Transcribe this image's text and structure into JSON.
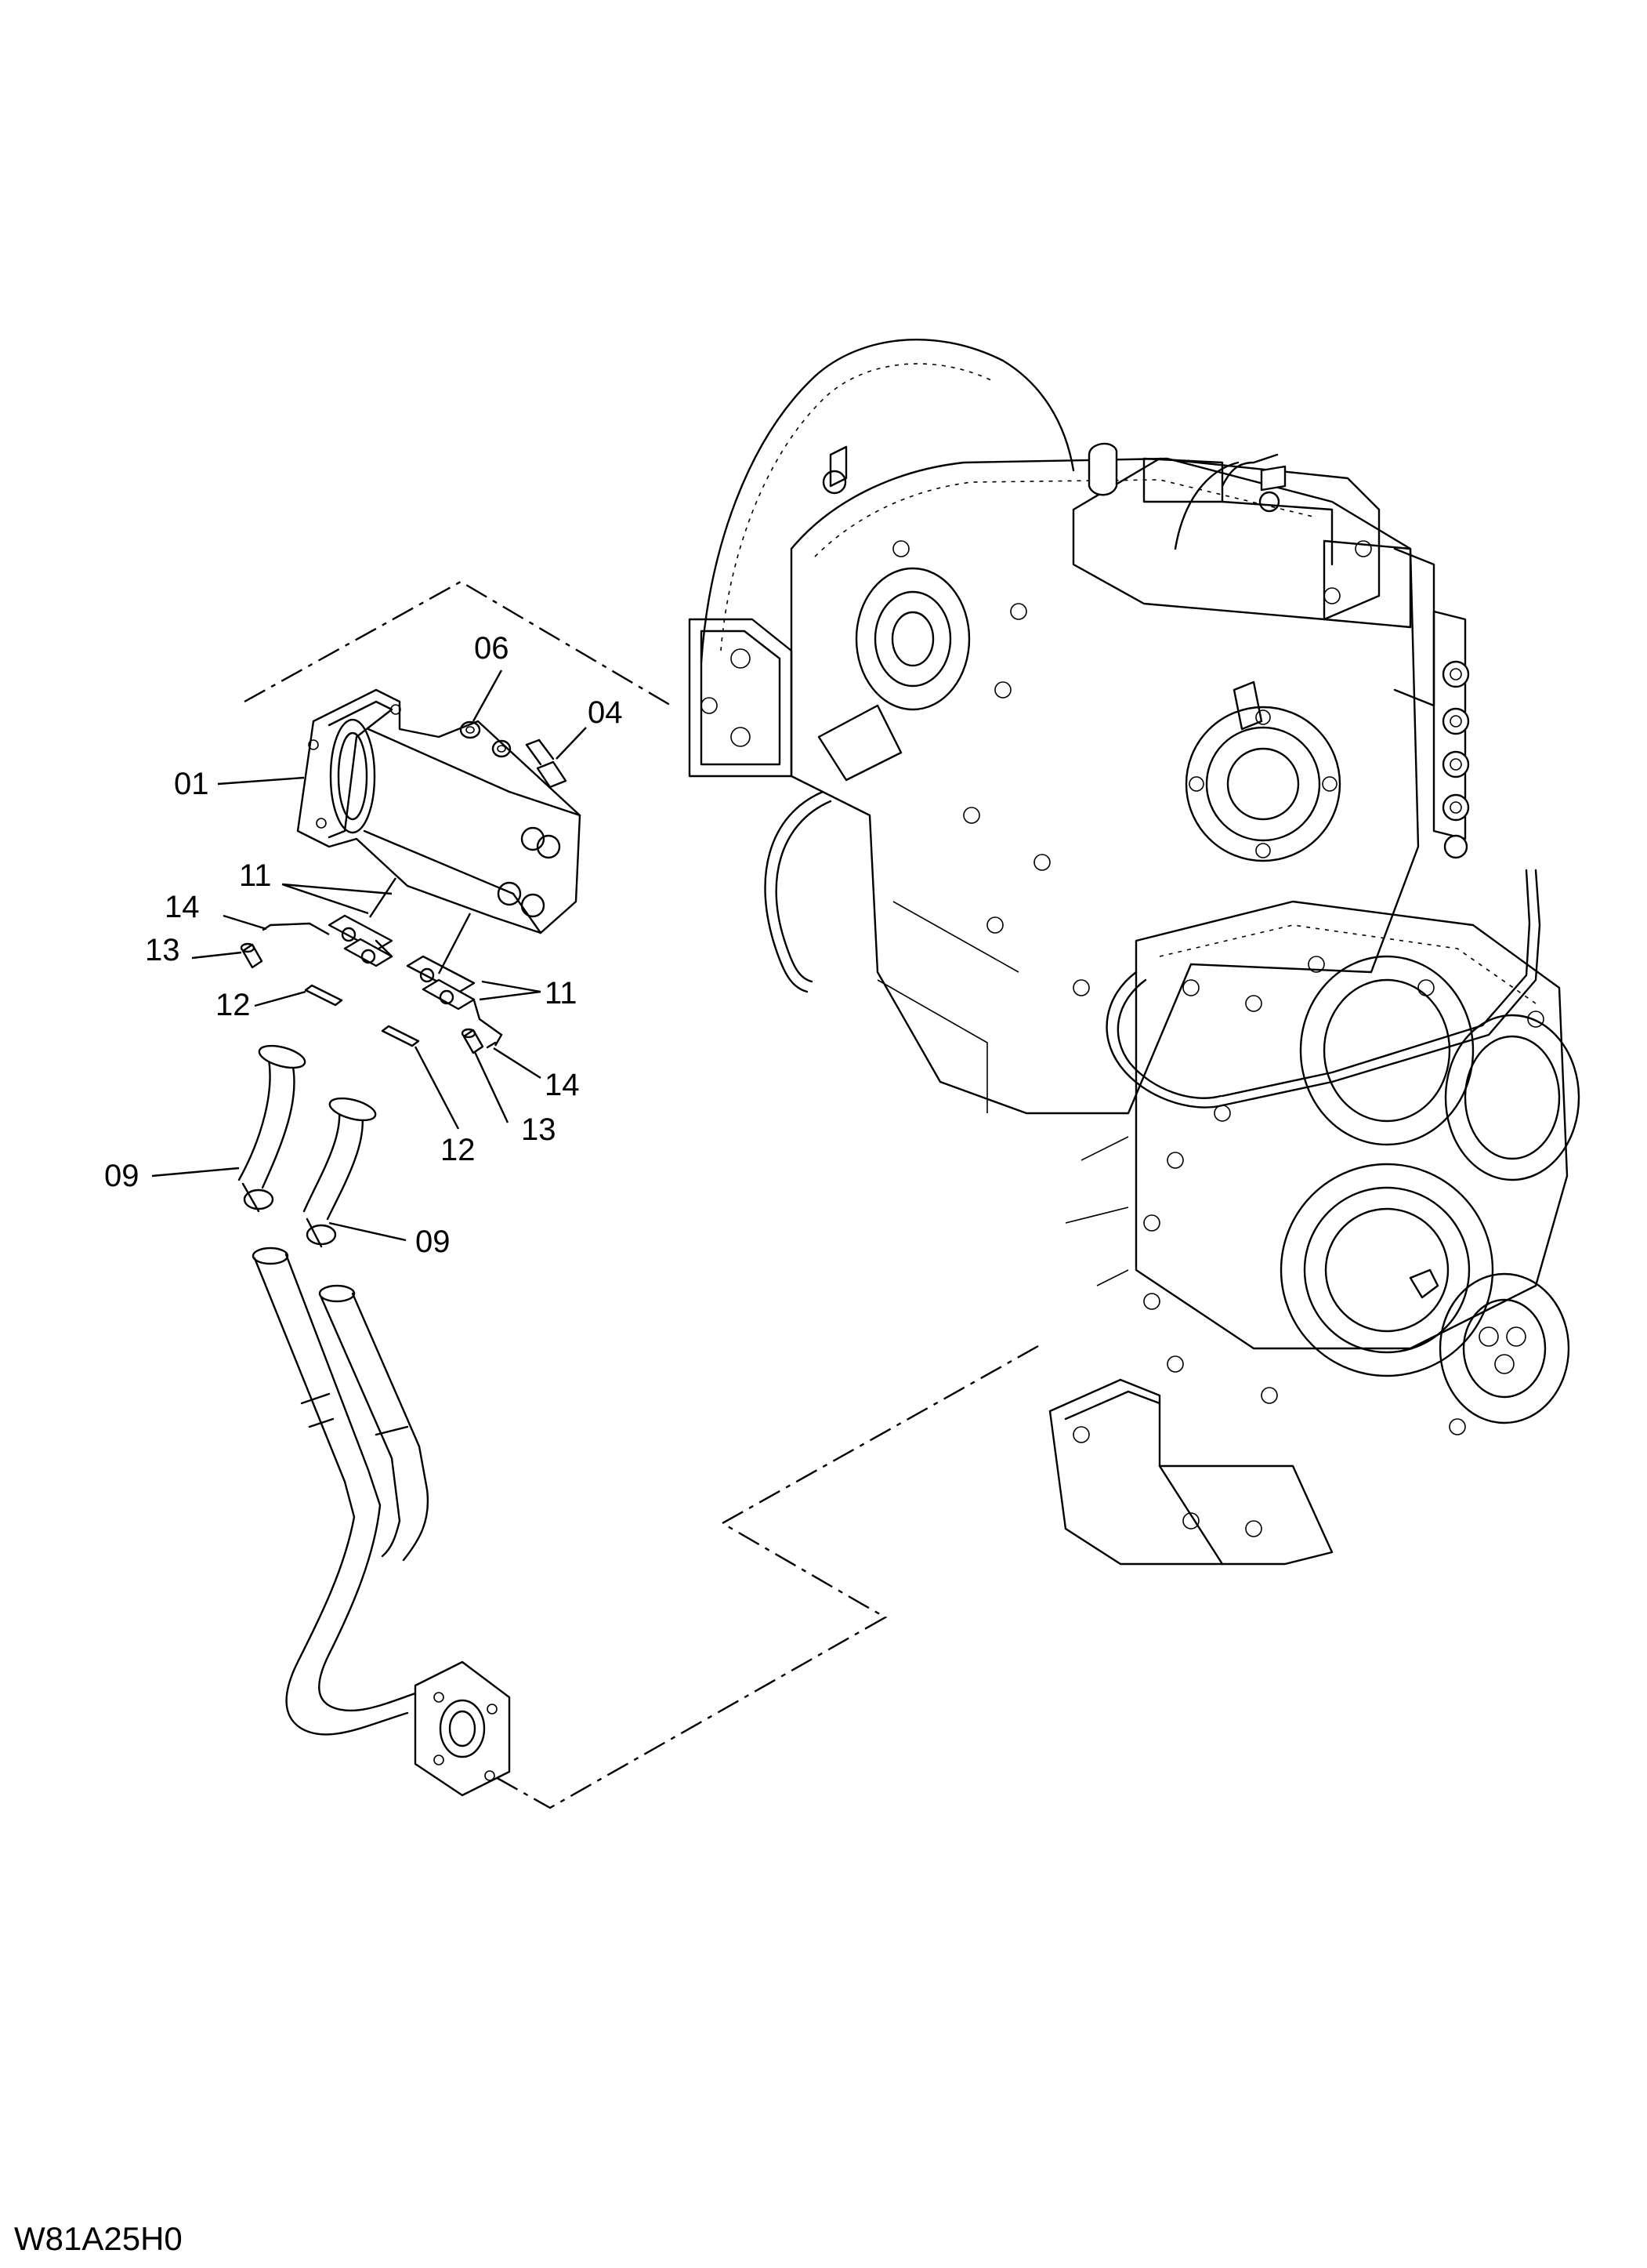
{
  "drawing_code": "W81A25H0",
  "callouts": {
    "p01": "01",
    "p04": "04",
    "p06": "06",
    "p09a": "09",
    "p09b": "09",
    "p11a": "11",
    "p11b": "11",
    "p12a": "12",
    "p12b": "12",
    "p13a": "13",
    "p13b": "13",
    "p14a": "14",
    "p14b": "14"
  }
}
